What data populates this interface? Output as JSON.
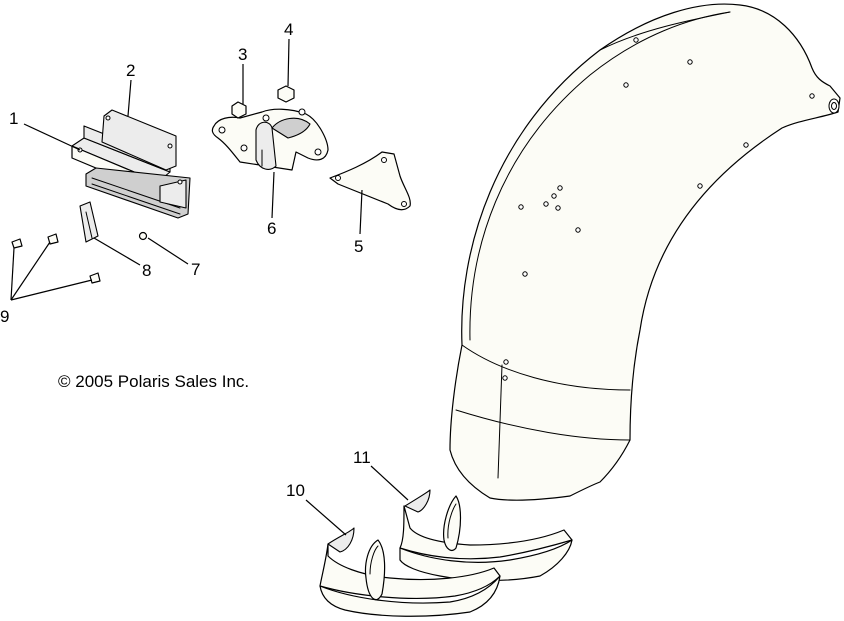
{
  "diagram": {
    "callouts": [
      "1",
      "2",
      "3",
      "4",
      "5",
      "6",
      "7",
      "8",
      "9",
      "10",
      "11"
    ],
    "copyright": "© 2005 Polaris Sales Inc."
  }
}
